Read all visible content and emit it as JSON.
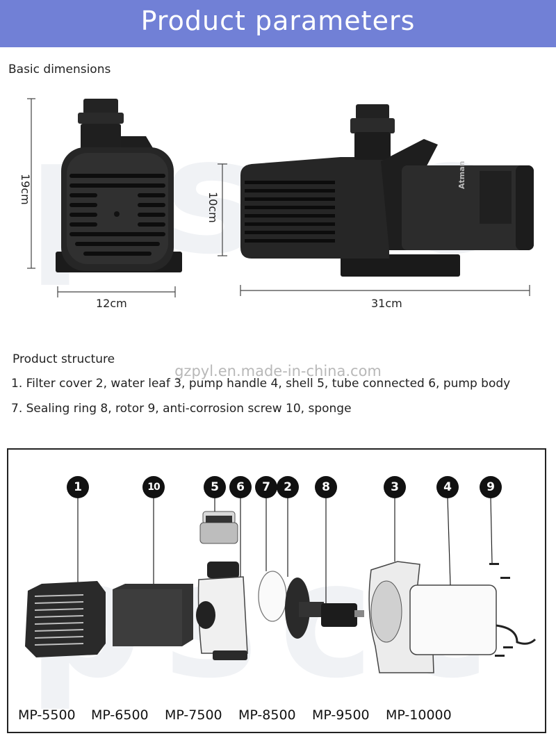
{
  "header": {
    "title": "Product parameters"
  },
  "dimensions": {
    "section_label": "Basic dimensions",
    "front_height": "19cm",
    "front_width": "12cm",
    "side_height": "10cm",
    "side_length": "31cm"
  },
  "watermark": "gzpyl.en.made-in-china.com",
  "background_letters": "pscc",
  "structure": {
    "title": "Product structure",
    "line1": "1. Filter cover 2, water leaf 3, pump handle 4, shell 5, tube connected 6, pump body",
    "line2": "7. Sealing ring 8, rotor 9, anti-corrosion screw 10, sponge"
  },
  "callouts": [
    "1",
    "10",
    "5",
    "6",
    "7",
    "2",
    "8",
    "3",
    "4",
    "9"
  ],
  "pump_label": "Atman",
  "models": [
    "MP-5500",
    "MP-6500",
    "MP-7500",
    "MP-8500",
    "MP-9500",
    "MP-10000"
  ]
}
